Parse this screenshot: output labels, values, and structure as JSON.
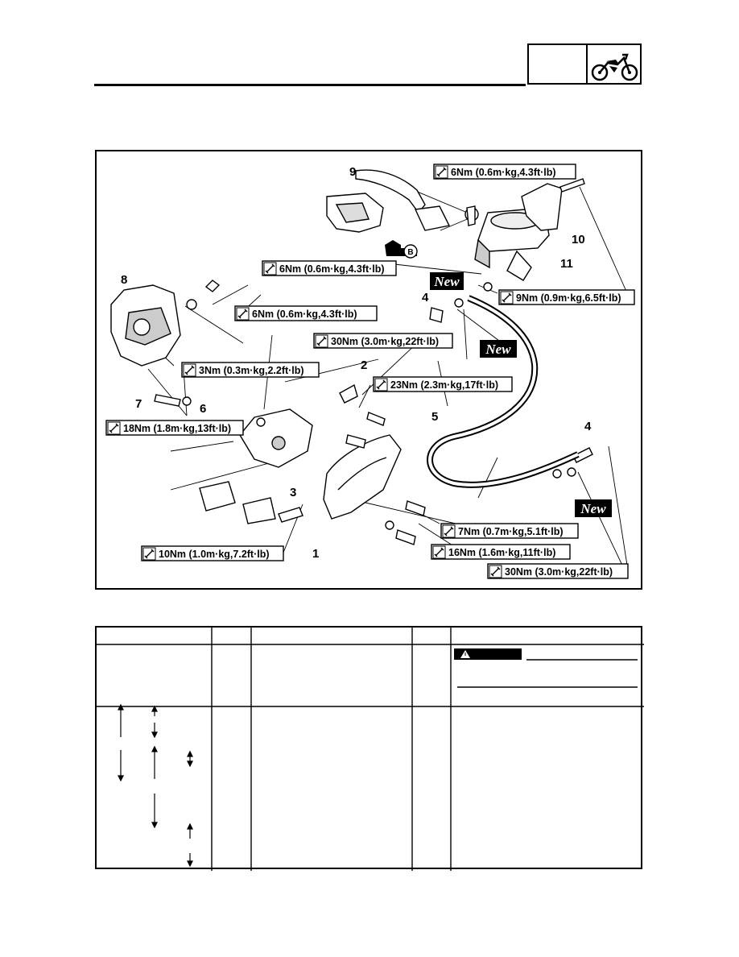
{
  "header": {
    "icon": "motorcycle-icon"
  },
  "diagram": {
    "callouts": [
      "1",
      "2",
      "3",
      "4",
      "4",
      "5",
      "6",
      "7",
      "8",
      "9",
      "10",
      "11"
    ],
    "bubble": "B",
    "new_label": "New",
    "torques": [
      "6Nm (0.6m·kg,4.3ft·lb)",
      "6Nm (0.6m·kg,4.3ft·lb)",
      "9Nm (0.9m·kg,6.5ft·lb)",
      "6Nm (0.6m·kg,4.3ft·lb)",
      "30Nm (3.0m·kg,22ft·lb)",
      "3Nm (0.3m·kg,2.2ft·lb)",
      "23Nm (2.3m·kg,17ft·lb)",
      "18Nm (1.8m·kg,13ft·lb)",
      "7Nm (0.7m·kg,5.1ft·lb)",
      "16Nm (1.6m·kg,11ft·lb)",
      "10Nm (1.0m·kg,7.2ft·lb)",
      "30Nm (3.0m·kg,22ft·lb)"
    ]
  },
  "table": {
    "warning_icon": "warning-triangle-icon"
  }
}
